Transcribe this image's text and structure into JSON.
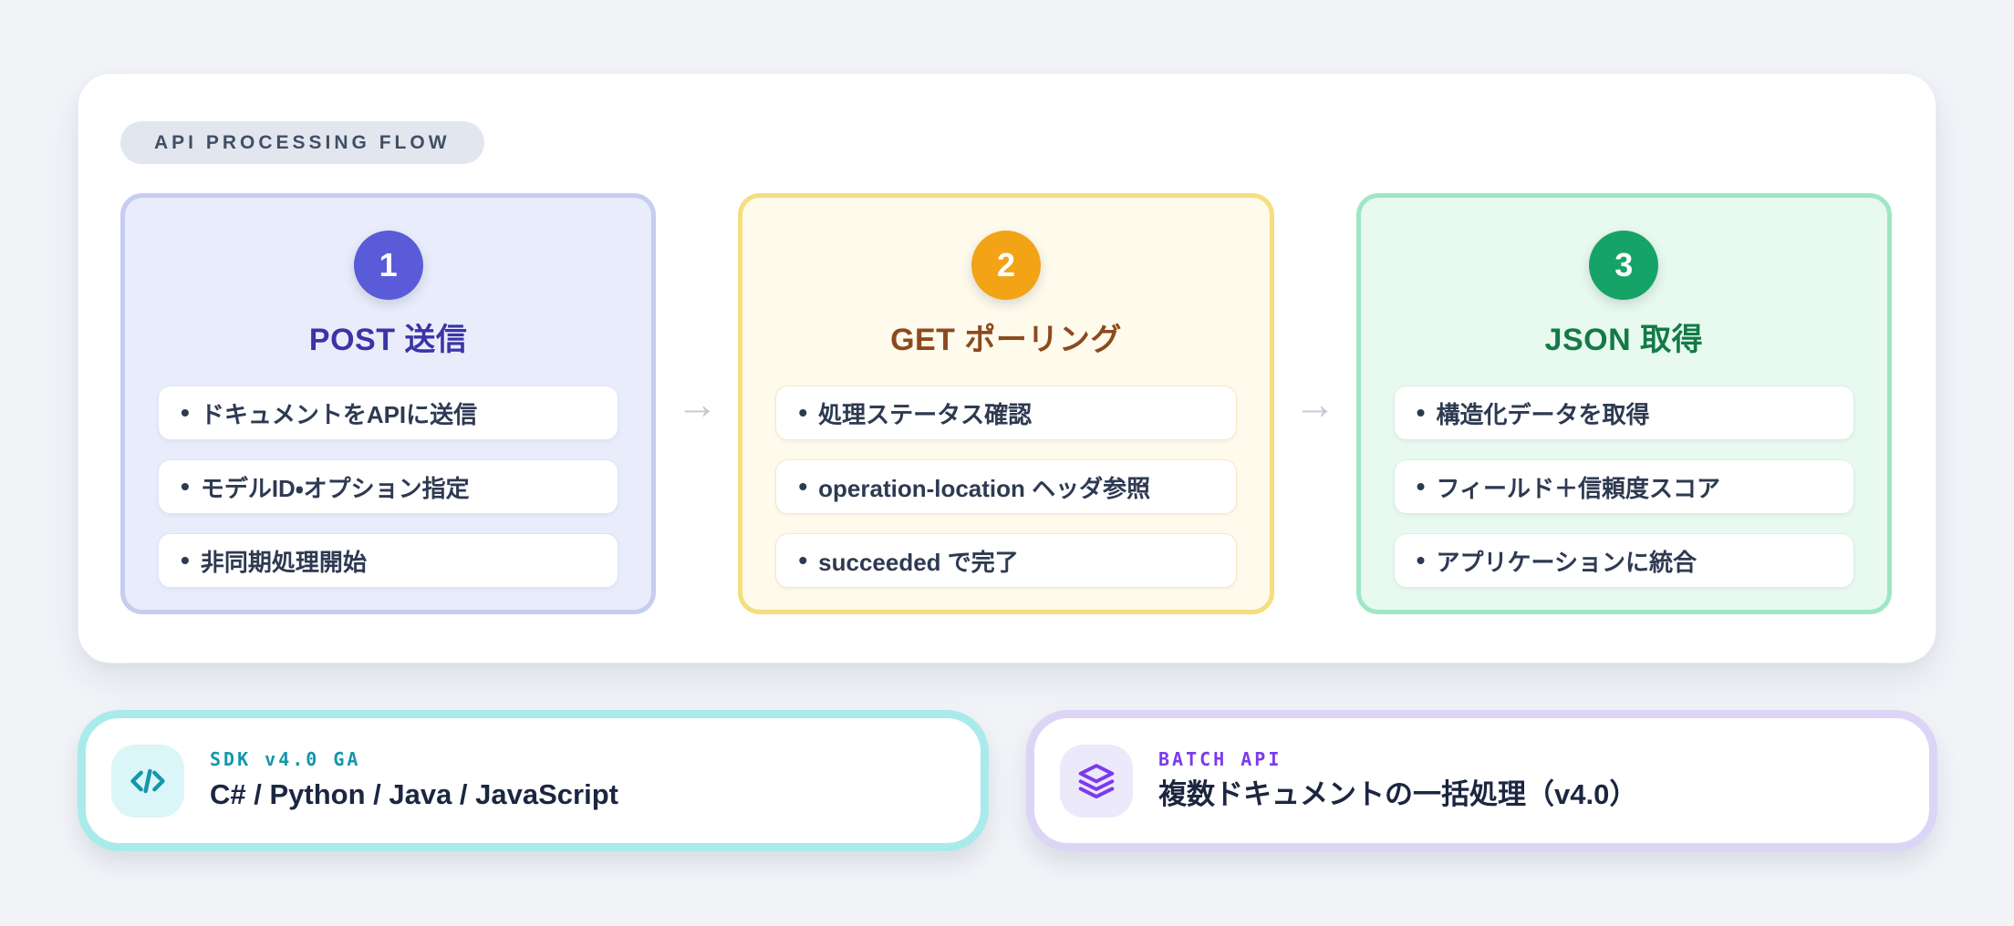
{
  "page": {
    "background": "#F2F4F8"
  },
  "panel": {
    "badge": "API PROCESSING FLOW",
    "arrow_glyph": "→",
    "bullet_glyph": "•",
    "steps": [
      {
        "number": "1",
        "title": "POST 送信",
        "accent": "#5A5BD8",
        "title_color": "#3A34A6",
        "bg": "#E9EDFB",
        "border": "#C5CDF0",
        "item_border": "#DFE5F6",
        "items": [
          "ドキュメントをAPIに送信",
          "モデルID・オプション指定",
          "非同期処理開始"
        ]
      },
      {
        "number": "2",
        "title": "GET ポーリング",
        "accent": "#F2A316",
        "title_color": "#8C4A1E",
        "bg": "#FEFAEC",
        "border": "#F6DE7E",
        "item_border": "#F3E9C8",
        "items": [
          "処理ステータス確認",
          "operation-location ヘッダ参照",
          "succeeded で完了"
        ]
      },
      {
        "number": "3",
        "title": "JSON 取得",
        "accent": "#16A368",
        "title_color": "#147A45",
        "bg": "#E8F9F0",
        "border": "#9FE7C4",
        "item_border": "#D6F0E2",
        "items": [
          "構造化データを取得",
          "フィールド＋信頼度スコア",
          "アプリケーションに統合"
        ]
      }
    ]
  },
  "footer": {
    "cards": [
      {
        "label": "SDK v4.0 GA",
        "title": "C# / Python / Java / JavaScript",
        "icon": "code-icon",
        "accent": "#1596AC",
        "border": "#A9EBEA",
        "tile_bg": "#DBF6F8"
      },
      {
        "label": "BATCH API",
        "title": "複数ドキュメントの一括処理（v4.0）",
        "icon": "layers-icon",
        "accent": "#7C3AED",
        "border": "#DCD5F6",
        "tile_bg": "#EBE9FA"
      }
    ]
  }
}
